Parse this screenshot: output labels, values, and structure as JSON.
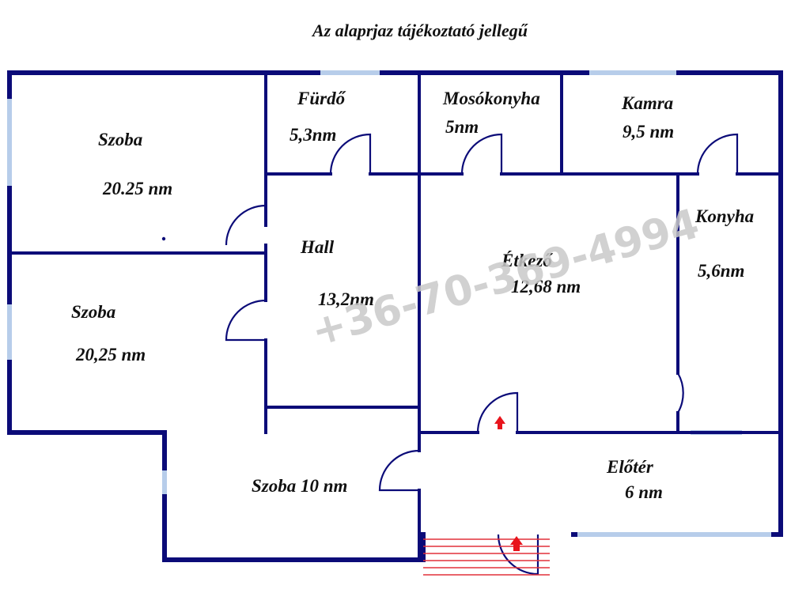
{
  "title": "Az alaprjaz tájékoztató jellegű",
  "watermark": "+36-70-369-4994",
  "colors": {
    "wall": "#0b0b78",
    "window": "#b7cdea",
    "arrow": "#e8141c",
    "stairs": "#e2313a"
  },
  "rooms": {
    "szoba1": {
      "name": "Szoba",
      "area": "20.25 nm"
    },
    "szoba2": {
      "name": "Szoba",
      "area": "20,25 nm"
    },
    "furdo": {
      "name": "Fürdő",
      "area": "5,3nm"
    },
    "mosokonyha": {
      "name": "Mosókonyha",
      "area": "5nm"
    },
    "kamra": {
      "name": "Kamra",
      "area": "9,5 nm"
    },
    "hall": {
      "name": "Hall",
      "area": "13,2nm"
    },
    "etkezo": {
      "name": "Étkező",
      "area": "12,68 nm"
    },
    "konyha": {
      "name": "Konyha",
      "area": "5,6nm"
    },
    "szoba3": {
      "name_area": "Szoba 10 nm"
    },
    "eloter": {
      "name": "Előtér",
      "area": "6 nm"
    }
  }
}
